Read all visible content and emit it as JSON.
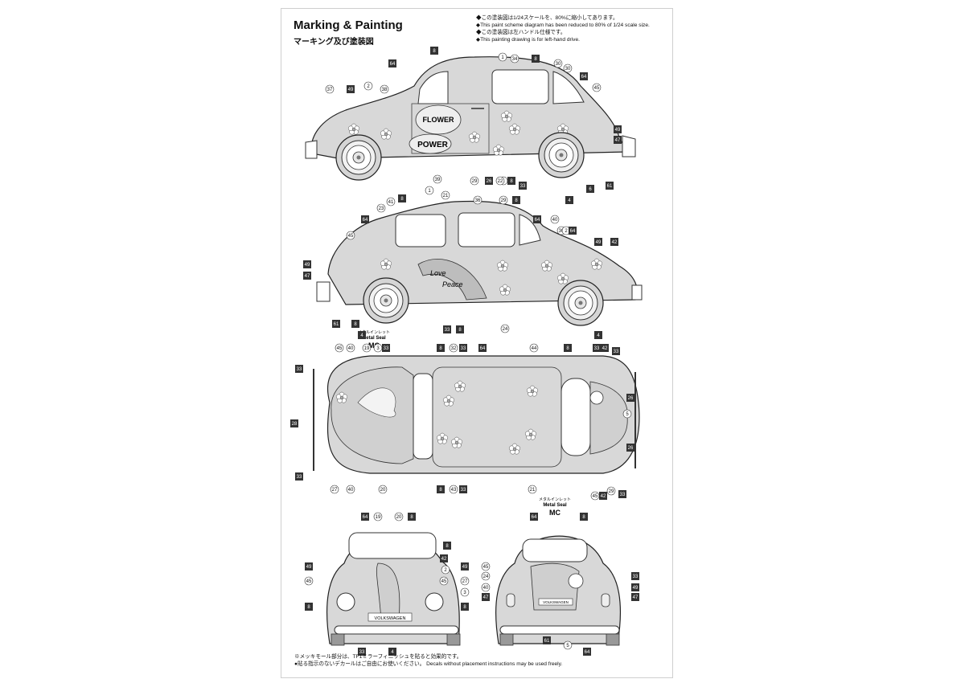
{
  "header": {
    "title": "Marking & Painting",
    "subtitle": "マーキング及び塗装図"
  },
  "notes": [
    "◆この塗装図は1/24スケールを、80%に縮小してあります。",
    "◆This paint scheme diagram has been reduced to 80% of 1/24 scale size.",
    "◆この塗装図は左ハンドル仕様です。",
    "◆This painting drawing is for left-hand drive."
  ],
  "footer": [
    "※メッキモール部分は、TF1ミラーフィニッシュを貼ると効果的です。",
    "●貼る指示のないデカールはご自由にお使いください。 Decals without placement instructions may be used freely."
  ],
  "decals": {
    "flower_power_1": "FLOWER",
    "flower_power_2": "POWER",
    "love_peace_1": "Love",
    "love_peace_2": "Peace"
  },
  "badges": {
    "front": "VOLKSWAGEN",
    "rear": "VOLKSWAGEN"
  },
  "metal_seal": {
    "jp": "メタルインレット",
    "en": "Metal Seal",
    "code": "MC"
  },
  "views": {
    "left_side": {
      "labels": [
        "37",
        "49",
        "2",
        "38",
        "64",
        "8",
        "1",
        "34",
        "8",
        "30",
        "30",
        "64",
        "45",
        "49",
        "47",
        "1",
        "39",
        "29",
        "26",
        "22",
        "8",
        "33",
        "4",
        "6",
        "61"
      ]
    },
    "right_side": {
      "labels": [
        "1",
        "21",
        "8",
        "41",
        "23",
        "64",
        "45",
        "49",
        "47",
        "61",
        "8",
        "4",
        "36",
        "29",
        "8",
        "64",
        "40",
        "30",
        "2",
        "64",
        "49",
        "42",
        "33",
        "8",
        "24",
        "4"
      ]
    },
    "top": {
      "labels": [
        "45",
        "40",
        "19",
        "3",
        "33",
        "8",
        "32",
        "33",
        "64",
        "44",
        "8",
        "33",
        "42",
        "33",
        "33",
        "26",
        "5",
        "26",
        "28",
        "33",
        "27",
        "40",
        "20",
        "8",
        "43",
        "33",
        "21",
        "45",
        "42",
        "29",
        "33"
      ]
    },
    "front": {
      "labels": [
        "64",
        "19",
        "20",
        "8",
        "8",
        "42",
        "49",
        "45",
        "45",
        "8",
        "33",
        "4",
        "2",
        "49",
        "27",
        "3",
        "8"
      ]
    },
    "rear": {
      "labels": [
        "64",
        "8",
        "45",
        "24",
        "40",
        "47",
        "33",
        "49",
        "47",
        "61",
        "5",
        "64"
      ]
    }
  }
}
